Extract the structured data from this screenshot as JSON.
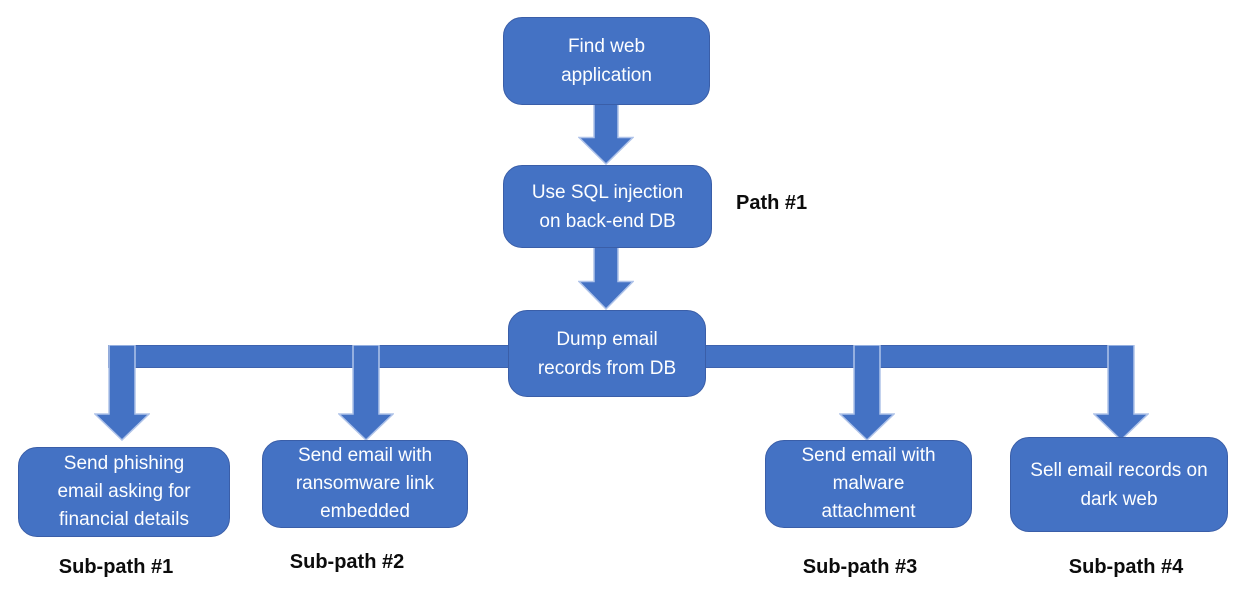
{
  "colors": {
    "shape_fill": "#4472C4",
    "shape_border": "#3A5EA8",
    "arrow_outline": "#AFC3E9",
    "bar_border": "#3E63AE",
    "box_text": "#FDFEFF",
    "label_text": "#0C0C0C"
  },
  "flowchart": {
    "path_label": "Path #1",
    "main_nodes": [
      {
        "text": "Find web application"
      },
      {
        "text": "Use SQL injection on back-end DB"
      },
      {
        "text": "Dump email records from DB"
      }
    ],
    "sub_paths": [
      {
        "label": "Sub-path #1",
        "text": "Send phishing email asking for financial details"
      },
      {
        "label": "Sub-path #2",
        "text": "Send email with ransomware link embedded"
      },
      {
        "label": "Sub-path #3",
        "text": "Send email with malware attachment"
      },
      {
        "label": "Sub-path #4",
        "text": "Sell email records on dark web"
      }
    ]
  }
}
